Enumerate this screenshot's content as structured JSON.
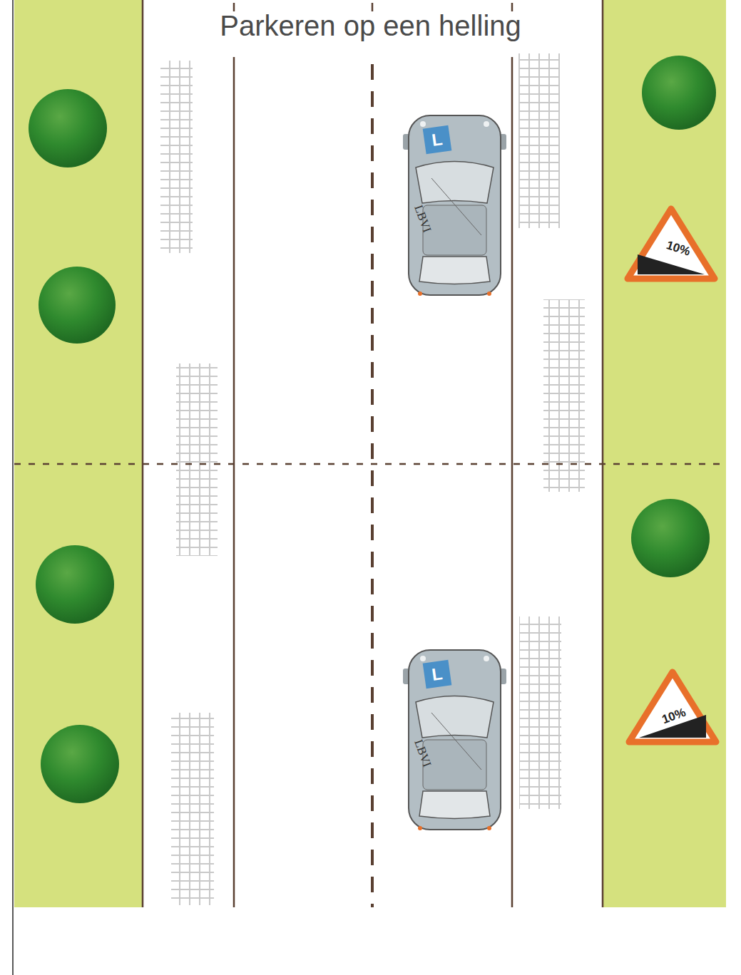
{
  "diagram": {
    "title": "Parkeren op een helling",
    "nodes": [
      {
        "text": [
          "L",
          "LBVI"
        ]
      },
      {
        "text": [
          "10%"
        ]
      },
      {
        "text": [
          "L",
          "LBVI"
        ]
      },
      {
        "text": [
          "10%"
        ]
      }
    ]
  }
}
